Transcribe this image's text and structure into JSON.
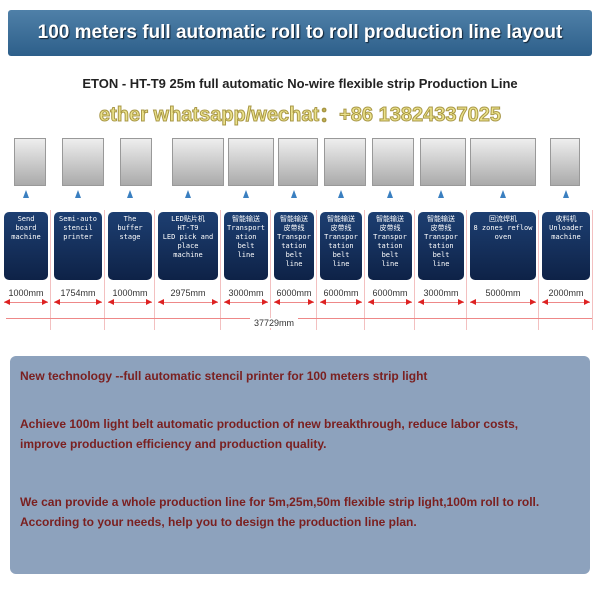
{
  "title": "100 meters full automatic roll to roll production line layout",
  "subtitle": "ETON - HT-T9 25m full automatic No-wire flexible strip Production Line",
  "stations": [
    {
      "label": "Send\nboard\nmachine",
      "length": "1000mm"
    },
    {
      "label": "Semi-auto\nstencil\nprinter",
      "length": "1754mm"
    },
    {
      "label": "The\nbuffer\nstage",
      "length": "1000mm"
    },
    {
      "label": "LED贴片机\nHT-T9\nLED pick and\nplace\nmachine",
      "length": "2975mm"
    },
    {
      "label": "智能输送\nTransport\nation\nbelt\nline",
      "length": "3000mm"
    },
    {
      "label": "智能输送\n皮带线\nTranspor\ntation\nbelt\nline",
      "length": "6000mm"
    },
    {
      "label": "智能输送\n皮带线\nTranspor\ntation\nbelt\nline",
      "length": "6000mm"
    },
    {
      "label": "智能输送\n皮带线\nTranspor\ntation\nbelt\nline",
      "length": "6000mm"
    },
    {
      "label": "智能输送\n皮带线\nTranspor\ntation\nbelt\nline",
      "length": "3000mm"
    },
    {
      "label": "回流焊机\n8 zones reflow\noven",
      "length": "5000mm"
    },
    {
      "label": "收料机\nUnloader\nmachine",
      "length": "2000mm"
    }
  ],
  "total_length": "37729mm",
  "panel": {
    "line1": "New technology --full automatic stencil printer for 100 meters strip light",
    "line2": "Achieve 100m light belt automatic production of new breakthrough, reduce labor costs, improve production efficiency and production quality.",
    "line3": "We can provide a whole production line for 5m,25m,50m flexible strip light,100m  roll to roll. According to your needs, help you to design the production line plan."
  },
  "watermark": "ether whatsapp/wechat：+86 13824337025",
  "colors": {
    "title_bar": "#3a6b95",
    "station_box": "#16315c",
    "panel": "#8da2bd",
    "panel_text": "#7a2020",
    "dimension": "#d22222"
  }
}
